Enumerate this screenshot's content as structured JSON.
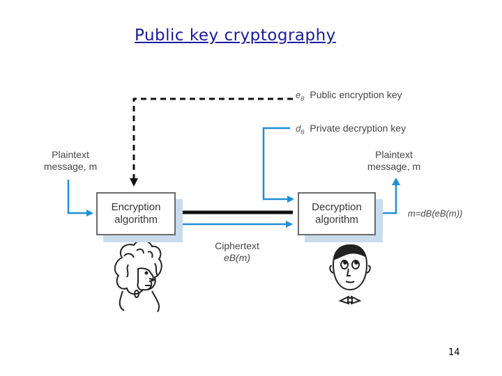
{
  "title": "Public key cryptography",
  "page_number": "14",
  "public_key": {
    "symbol": "e",
    "subscript": "B",
    "label": "Public encryption key"
  },
  "private_key": {
    "symbol": "d",
    "subscript": "B",
    "label": "Private decryption key"
  },
  "plaintext_in": {
    "line1": "Plaintext",
    "line2": "message, m"
  },
  "plaintext_out": {
    "line1": "Plaintext",
    "line2": "message, m"
  },
  "encryption_box": {
    "line1": "Encryption",
    "line2": "algorithm"
  },
  "decryption_box": {
    "line1": "Decryption",
    "line2": "algorithm"
  },
  "ciphertext": {
    "line1": "Ciphertext",
    "line2": "eB(m)"
  },
  "result_formula": "m=dB(eB(m))",
  "colors": {
    "title": "#1a1a9a",
    "arrow_blue": "#1e8fd6",
    "box_shadow": "#c9dcec",
    "line_black": "#111111"
  },
  "figures": [
    "alice-figure",
    "bob-figure"
  ]
}
